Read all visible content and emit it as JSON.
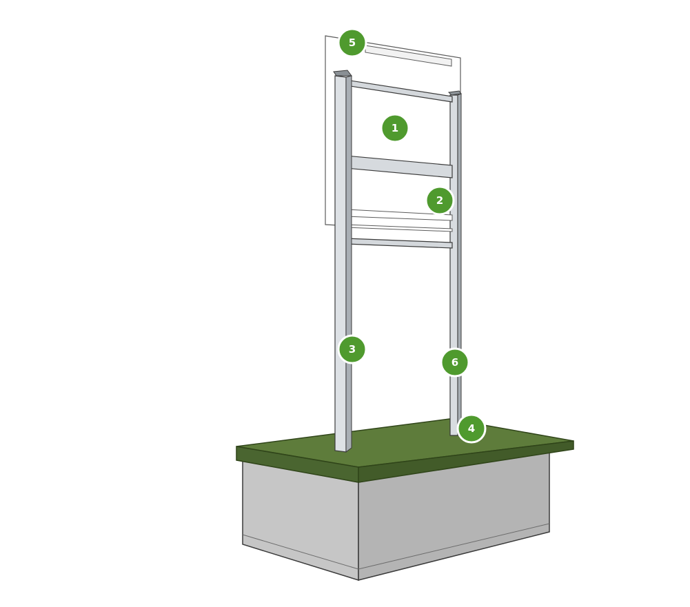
{
  "diagram": {
    "subject": "sign-frame-on-concrete-base",
    "colors": {
      "callout_fill": "#4f9a2e",
      "callout_border": "#ffffff",
      "ground_top": "#5c7a3a",
      "ground_edge": "#3f5a25",
      "concrete_front": "#c9c9c9",
      "concrete_side": "#b3b3b3",
      "post": "#d7dbdf",
      "post_shade": "#a9afb5",
      "panel": "#ffffff",
      "outline": "#3a3a3a"
    },
    "callouts": [
      {
        "id": "panel",
        "number": "1"
      },
      {
        "id": "cross-bar",
        "number": "2"
      },
      {
        "id": "left-post",
        "number": "3"
      },
      {
        "id": "post-base",
        "number": "4"
      },
      {
        "id": "header-panel",
        "number": "5"
      },
      {
        "id": "right-post",
        "number": "6"
      }
    ]
  }
}
